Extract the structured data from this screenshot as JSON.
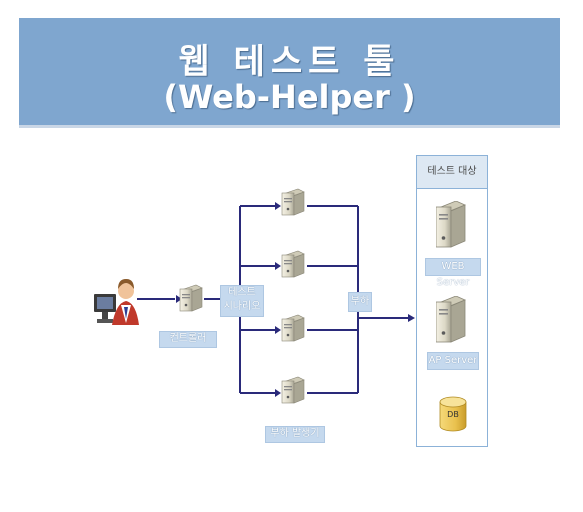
{
  "banner": {
    "title": "웹 테스트 툴",
    "subtitle": "(Web-Helper  )"
  },
  "diagram": {
    "controller_label": "컨트롤러",
    "scenario_label": "테스트\n시나리오",
    "load_generator_label": "부하 발생기",
    "load_label": "부하",
    "target": {
      "header": "테스트 대상",
      "web_server_label": "WEB Server",
      "ap_server_label": "AP Server",
      "db_label": "DB"
    }
  },
  "colors": {
    "banner": "#7fa6cf",
    "label_bg": "#c5d9ee",
    "connector": "#2a2a7a"
  }
}
